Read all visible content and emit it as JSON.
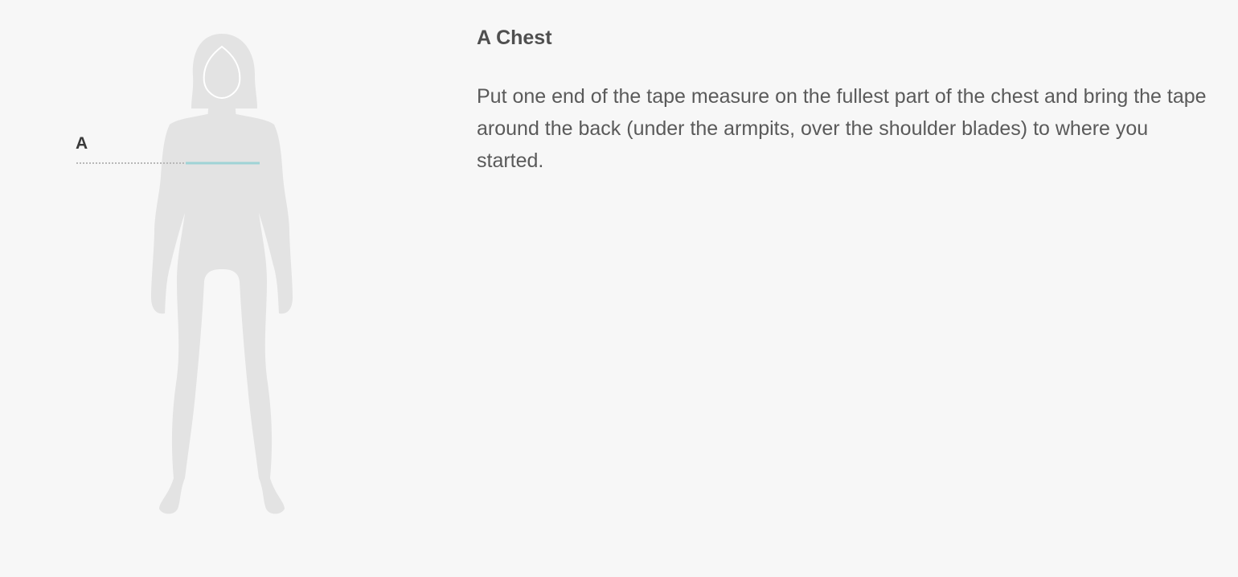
{
  "figure": {
    "marker_label": "A",
    "silhouette_color": "#e3e3e3",
    "measure_line_color": "#9fd3d6",
    "guide_line_color": "#b8b8b8"
  },
  "measurement": {
    "title": "A Chest",
    "description": "Put one end of the tape measure on the fullest part of the chest and bring the tape around the back (under the armpits, over the shoulder blades) to where you started."
  }
}
